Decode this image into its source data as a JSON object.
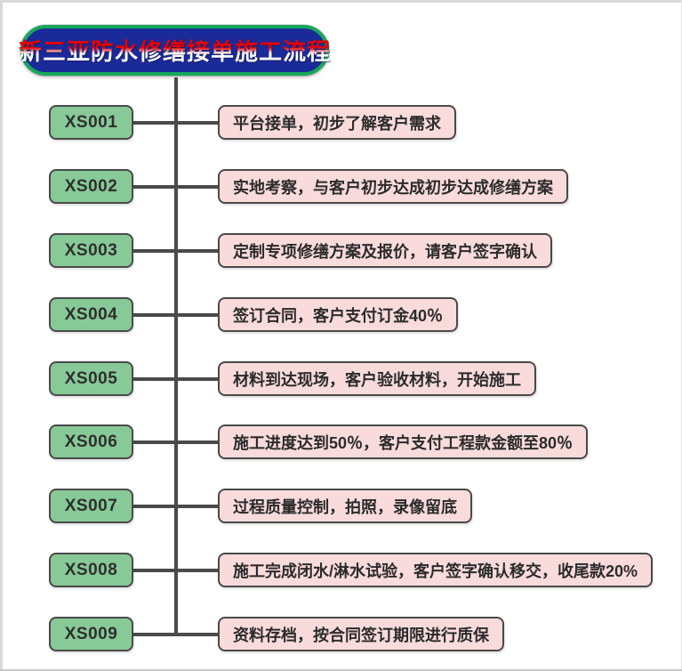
{
  "header": {
    "title": "新三亚防水修缮接单施工流程"
  },
  "steps": [
    {
      "code": "XS001",
      "desc": "平台接单，初步了解客户需求"
    },
    {
      "code": "XS002",
      "desc": "实地考察，与客户初步达成初步达成修缮方案"
    },
    {
      "code": "XS003",
      "desc": "定制专项修缮方案及报价，请客户签字确认"
    },
    {
      "code": "XS004",
      "desc": "签订合同，客户支付订金40％"
    },
    {
      "code": "XS005",
      "desc": "材料到达现场，客户验收材料，开始施工"
    },
    {
      "code": "XS006",
      "desc": "施工进度达到50％，客户支付工程款金额至80％"
    },
    {
      "code": "XS007",
      "desc": "过程质量控制，拍照，录像留底"
    },
    {
      "code": "XS008",
      "desc": "施工完成闭水/淋水试验，客户签字确认移交，收尾款20%"
    },
    {
      "code": "XS009",
      "desc": "资料存档，按合同签订期限进行质保"
    }
  ],
  "colors": {
    "title_background": "#1B2A99",
    "title_border_green": "#17A75B",
    "title_text_gradient_top": "#E60000",
    "title_text_gradient_bottom": "#FFFFFF",
    "code_node_fill": "#87C997",
    "desc_node_fill": "#F9DBDC",
    "node_border": "#4A4A4A",
    "connector_line": "#4A4A4A"
  }
}
